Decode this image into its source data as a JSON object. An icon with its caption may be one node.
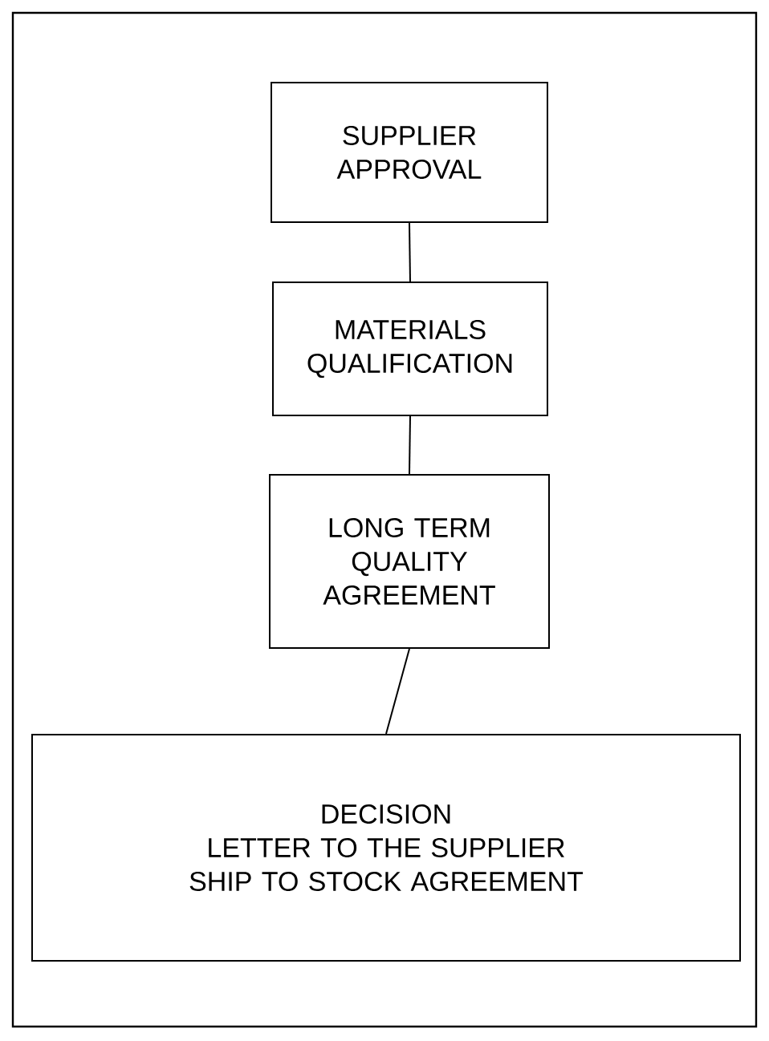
{
  "diagram": {
    "nodes": [
      {
        "text": [
          "SUPPLIER APPROVAL"
        ]
      },
      {
        "text": [
          "MATERIALS QUALIFICATION"
        ]
      },
      {
        "text": [
          "LONG TERM QUALITY AGREEMENT"
        ]
      },
      {
        "text": [
          "DECISION",
          "LETTER TO THE SUPPLIER",
          "SHIP TO STOCK AGREEMENT"
        ]
      }
    ],
    "edges": [
      {
        "from": 0,
        "to": 1,
        "arrow": "none"
      },
      {
        "from": 1,
        "to": 2,
        "arrow": "none"
      },
      {
        "from": 2,
        "to": 3,
        "arrow": "none"
      }
    ]
  }
}
